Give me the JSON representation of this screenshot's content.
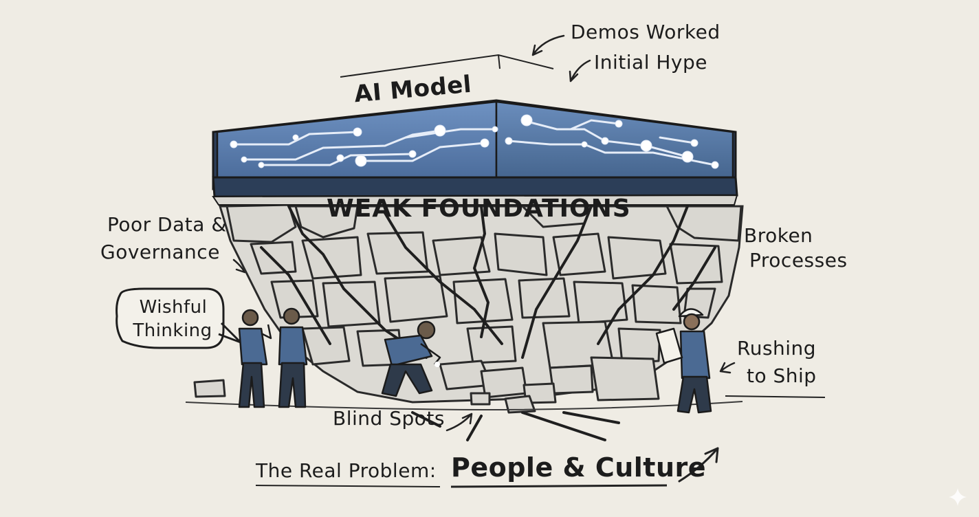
{
  "diagram": {
    "top_label": "AI Model",
    "foundation_label": "WEAK FOUNDATIONS",
    "annotations": {
      "demos": "Demos Worked",
      "hype": "Initial Hype",
      "data_line1": "Poor Data &",
      "data_line2": "Governance",
      "processes_line1": "Broken",
      "processes_line2": "Processes",
      "wishful_line1": "Wishful",
      "wishful_line2": "Thinking",
      "rushing_line1": "Rushing",
      "rushing_line2": "to Ship",
      "blind": "Blind Spots"
    },
    "bottom": {
      "prefix": "The Real Problem:",
      "main": "People & Culture"
    },
    "colors": {
      "background": "#efece4",
      "slab_blue": "#5b7eae",
      "slab_dark": "#2c3f5a",
      "stone": "#d9d7d1",
      "crack": "#2a2a2a",
      "figure_blue": "#4b6a93"
    }
  }
}
